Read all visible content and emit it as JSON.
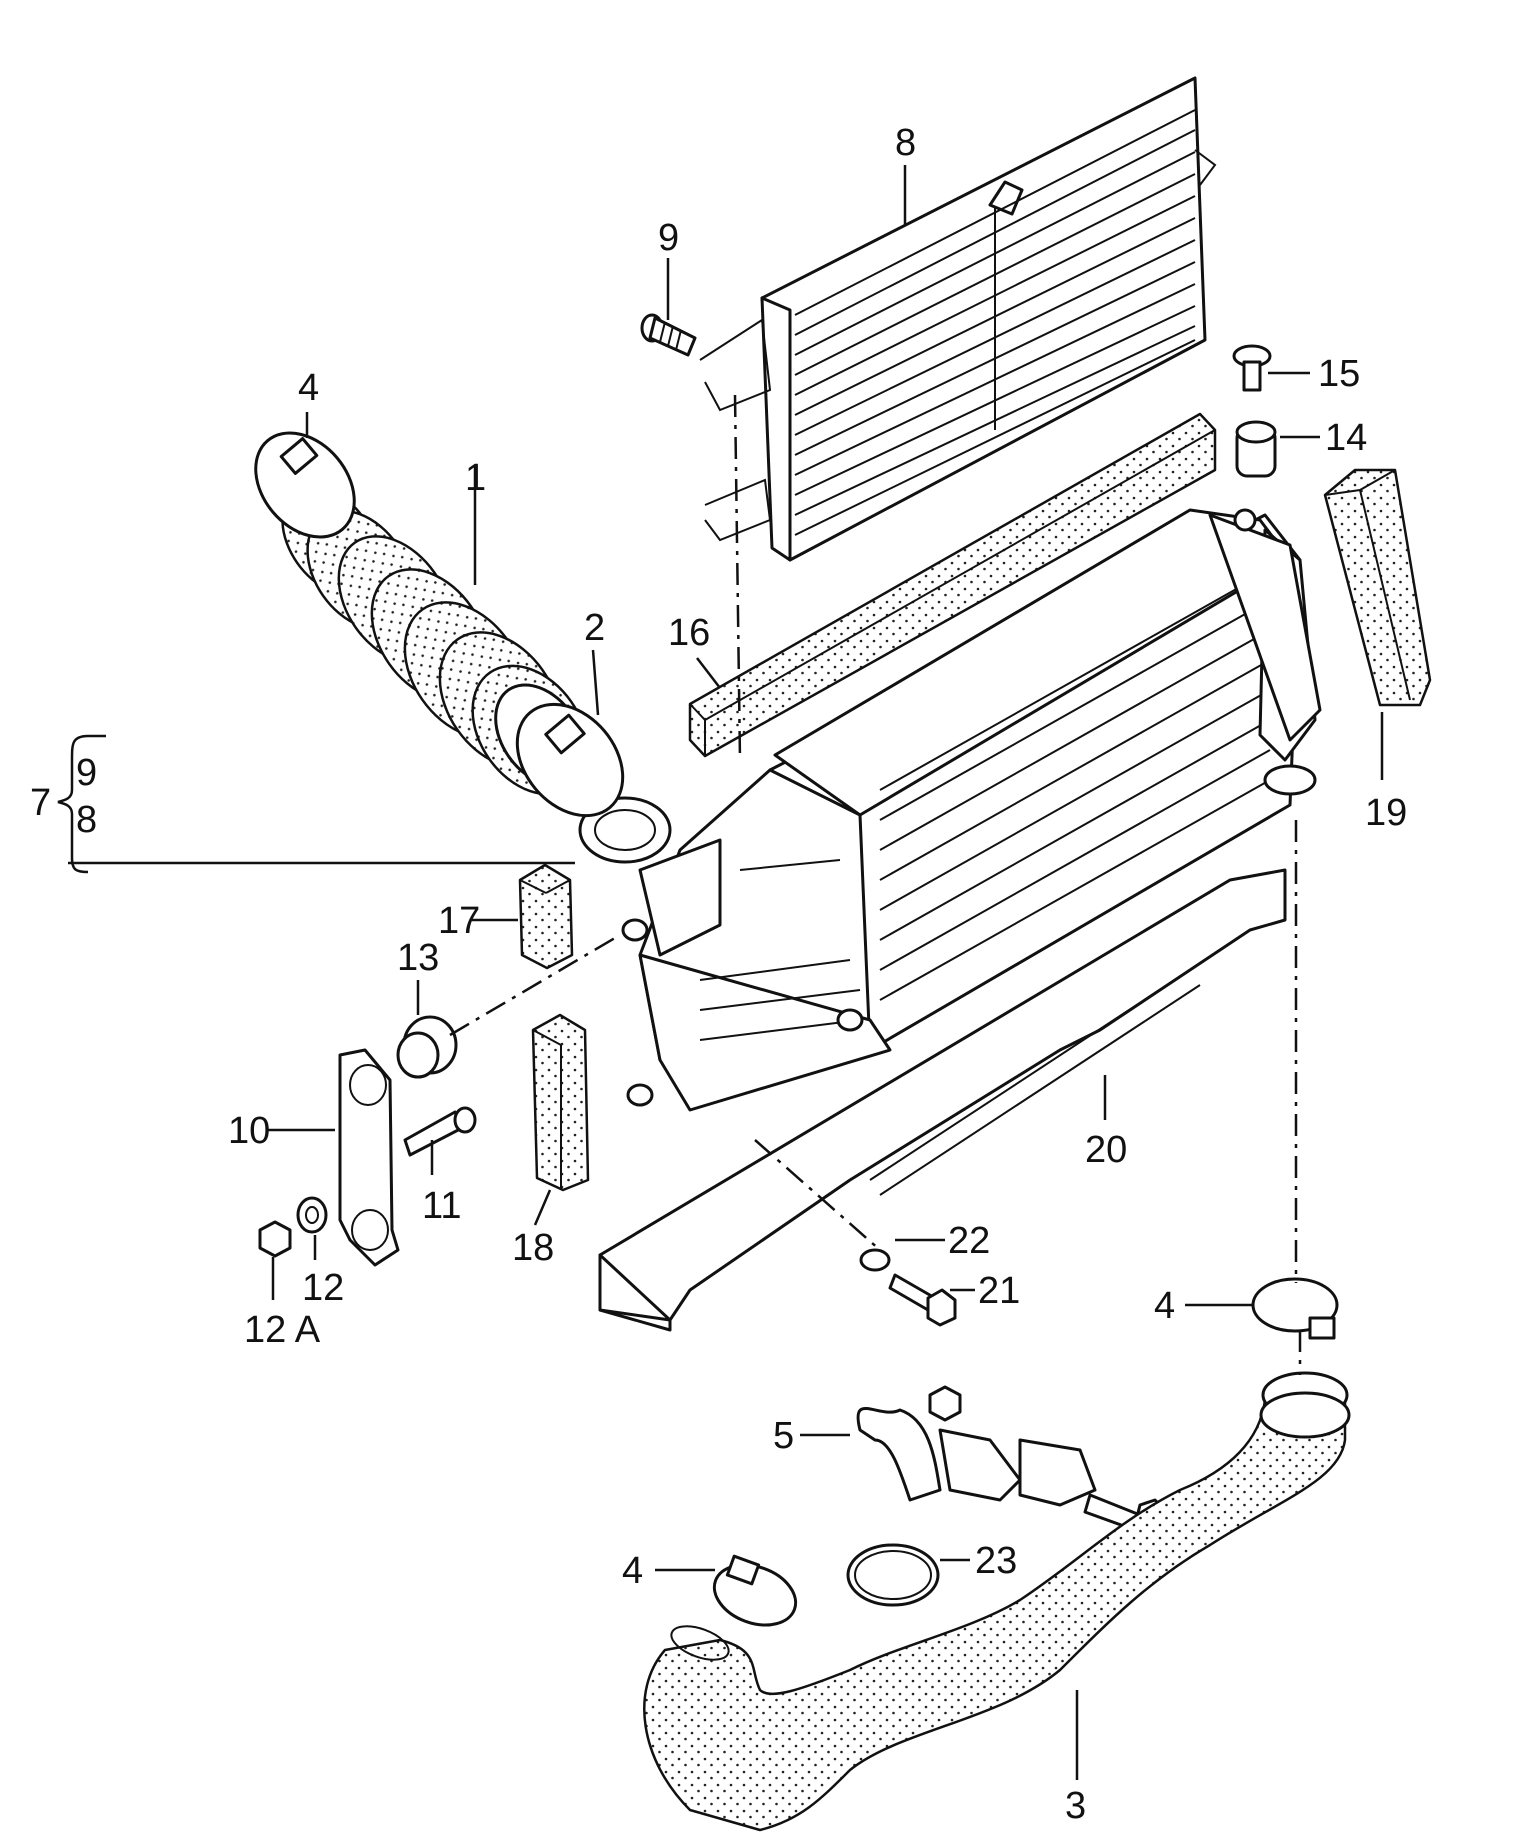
{
  "diagram": {
    "labels": {
      "l1": "1",
      "l2": "2",
      "l3": "3",
      "l4a": "4",
      "l4b": "4",
      "l4c": "4",
      "l5": "5",
      "l7": "7",
      "l7_9": "9",
      "l7_8": "8",
      "l8": "8",
      "l9": "9",
      "l10": "10",
      "l11": "11",
      "l12": "12",
      "l12a": "12 A",
      "l13": "13",
      "l14": "14",
      "l15": "15",
      "l16": "16",
      "l17": "17",
      "l18": "18",
      "l19": "19",
      "l20": "20",
      "l21": "21",
      "l22": "22",
      "l23": "23"
    }
  }
}
